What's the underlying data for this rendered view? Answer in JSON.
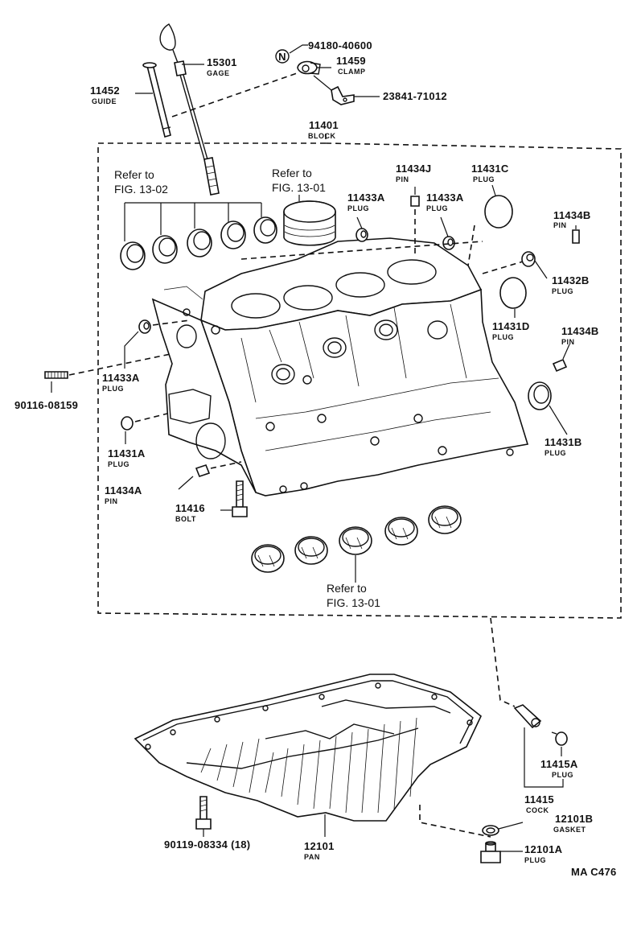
{
  "diagram_code": "MA C476",
  "block_header": {
    "part_no": "11401",
    "name": "BLOCK"
  },
  "refs": {
    "ref_a": {
      "line1": "Refer to",
      "line2": "FIG. 13-02"
    },
    "ref_b": {
      "line1": "Refer to",
      "line2": "FIG. 13-01"
    },
    "ref_c": {
      "line1": "Refer to",
      "line2": "FIG. 13-01"
    }
  },
  "parts": {
    "p94180": {
      "part_no": "94180-40600",
      "name": "",
      "marker": "N"
    },
    "p15301": {
      "part_no": "15301",
      "name": "GAGE"
    },
    "p11459": {
      "part_no": "11459",
      "name": "CLAMP"
    },
    "p11452": {
      "part_no": "11452",
      "name": "GUIDE"
    },
    "p23841": {
      "part_no": "23841-71012",
      "name": ""
    },
    "p11434j": {
      "part_no": "11434J",
      "name": "PIN"
    },
    "p11431c": {
      "part_no": "11431C",
      "name": "PLUG"
    },
    "p11433a_1": {
      "part_no": "11433A",
      "name": "PLUG"
    },
    "p11433a_2": {
      "part_no": "11433A",
      "name": "PLUG"
    },
    "p11434b_1": {
      "part_no": "11434B",
      "name": "PIN"
    },
    "p11432b": {
      "part_no": "11432B",
      "name": "PLUG"
    },
    "p11431d": {
      "part_no": "11431D",
      "name": "PLUG"
    },
    "p11434b_2": {
      "part_no": "11434B",
      "name": "PIN"
    },
    "p11433a_3": {
      "part_no": "11433A",
      "name": "PLUG"
    },
    "p90116": {
      "part_no": "90116-08159",
      "name": ""
    },
    "p11431b": {
      "part_no": "11431B",
      "name": "PLUG"
    },
    "p11431a": {
      "part_no": "11431A",
      "name": "PLUG"
    },
    "p11434a": {
      "part_no": "11434A",
      "name": "PIN"
    },
    "p11416": {
      "part_no": "11416",
      "name": "BOLT"
    },
    "p11415a": {
      "part_no": "11415A",
      "name": "PLUG"
    },
    "p11415": {
      "part_no": "11415",
      "name": "COCK"
    },
    "p12101b": {
      "part_no": "12101B",
      "name": "GASKET"
    },
    "p90119": {
      "part_no": "90119-08334 (18)",
      "name": ""
    },
    "p12101": {
      "part_no": "12101",
      "name": "PAN"
    },
    "p12101a": {
      "part_no": "12101A",
      "name": "PLUG"
    }
  }
}
